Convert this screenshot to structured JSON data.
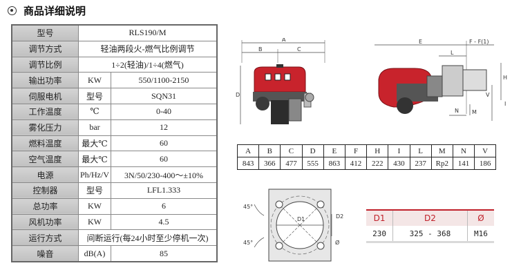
{
  "header": {
    "title": "商品详细说明"
  },
  "specs": [
    {
      "label": "型号",
      "unit": "",
      "value": "RLS190/M"
    },
    {
      "label": "调节方式",
      "unit": "",
      "value": "轻油两段火-燃气比例调节"
    },
    {
      "label": "调节比例",
      "unit": "",
      "value": "1÷2(轻油)/1÷4(燃气)"
    },
    {
      "label": "输出功率",
      "unit": "KW",
      "value": "550/1100-2150"
    },
    {
      "label": "伺服电机",
      "unit": "型号",
      "value": "SQN31"
    },
    {
      "label": "工作温度",
      "unit": "℃",
      "value": "0-40"
    },
    {
      "label": "雾化压力",
      "unit": "bar",
      "value": "12"
    },
    {
      "label": "燃料温度",
      "unit": "最大℃",
      "value": "60"
    },
    {
      "label": "空气温度",
      "unit": "最大℃",
      "value": "60"
    },
    {
      "label": "电源",
      "unit": "Ph/Hz/V",
      "value": "3N/50/230-400～±10%"
    },
    {
      "label": "控制器",
      "unit": "型号",
      "value": "LFL1.333"
    },
    {
      "label": "总功率",
      "unit": "KW",
      "value": "6"
    },
    {
      "label": "风机功率",
      "unit": "KW",
      "value": "4.5"
    },
    {
      "label": "运行方式",
      "unit": "",
      "value": "间断运行(每24小时至少停机一次)"
    },
    {
      "label": "噪音",
      "unit": "dB(A)",
      "value": "85"
    }
  ],
  "dimensions": {
    "headers": [
      "A",
      "B",
      "C",
      "D",
      "E",
      "F",
      "H",
      "I",
      "L",
      "M",
      "N",
      "V"
    ],
    "values": [
      "843",
      "366",
      "477",
      "555",
      "863",
      "412",
      "222",
      "430",
      "237",
      "Rp2",
      "141",
      "186"
    ]
  },
  "drawing_labels": {
    "side": {
      "A": "A",
      "B": "B",
      "C": "C",
      "D": "D"
    },
    "front": {
      "E": "E",
      "FF": "F - F(1)",
      "L": "L",
      "H": "H",
      "I": "I",
      "V": "V",
      "N": "N",
      "M": "M"
    },
    "flange": {
      "angle_top": "45°",
      "angle_bottom": "45°",
      "D1": "D1",
      "D2": "D2",
      "dia": "Ø"
    }
  },
  "fittings": {
    "headers": [
      "D1",
      "D2",
      "Ø"
    ],
    "values": [
      "230",
      "325 - 368",
      "M16"
    ]
  },
  "colors": {
    "burner_red": "#c8232c",
    "label_cell": "#c8c8c8",
    "accent_red": "#c0202a"
  }
}
